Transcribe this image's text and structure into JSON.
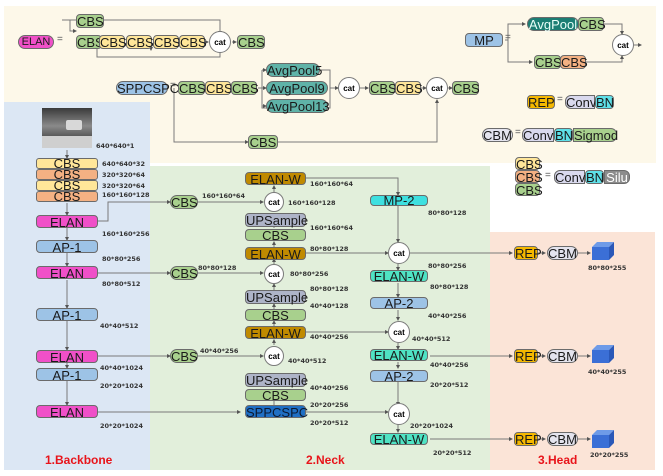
{
  "legend": {
    "elan": {
      "name": "ELAN",
      "branch_top": "CBS",
      "branch_main": [
        "CBS",
        "CBS",
        "CBS",
        "CBS",
        "CBS"
      ],
      "cat": "cat",
      "out": "CBS"
    },
    "mp": {
      "name": "MP",
      "top": [
        "AvgPool",
        "CBS"
      ],
      "bottom": [
        "CBS",
        "CBS"
      ],
      "cat": "cat"
    },
    "sppcspc": {
      "name": "SPPCSPC",
      "pre": [
        "CBS",
        "CBS",
        "CBS"
      ],
      "pools": [
        "AvgPool5",
        "AvgPool9",
        "AvgPool13"
      ],
      "cat1": "cat",
      "mid": [
        "CBS",
        "CBS"
      ],
      "cat2": "cat",
      "out": "CBS",
      "shortcut": "CBS"
    },
    "rep": {
      "name": "REP",
      "parts": [
        "Conv",
        "BN"
      ]
    },
    "cbm": {
      "name": "CBM",
      "parts": [
        "Conv",
        "BN",
        "Sigmod"
      ]
    },
    "cbs": {
      "names": [
        "CBS",
        "CBS",
        "CBS"
      ],
      "parts": [
        "Conv",
        "BN",
        "Silu"
      ]
    },
    "equals": "="
  },
  "backbone": {
    "title": "1.Backbone",
    "input_dim": "640*640*1",
    "stem": [
      {
        "label": "CBS",
        "dim": "640*640*32"
      },
      {
        "label": "CBS",
        "dim": "320*320*64"
      },
      {
        "label": "CBS",
        "dim": "320*320*64"
      },
      {
        "label": "CBS",
        "dim": "160*160*128"
      }
    ],
    "blocks": [
      {
        "label": "ELAN",
        "dim": "160*160*256"
      },
      {
        "label": "AP-1",
        "dim": "80*80*256"
      },
      {
        "label": "ELAN",
        "dim": "80*80*512"
      },
      {
        "label": "AP-1",
        "dim": "40*40*512"
      },
      {
        "label": "ELAN",
        "dim": "40*40*1024"
      },
      {
        "label": "AP-1",
        "dim": "20*20*1024"
      },
      {
        "label": "ELAN",
        "dim": "20*20*1024"
      }
    ]
  },
  "neck": {
    "title": "2.Neck",
    "lateral": [
      {
        "label": "CBS",
        "dim": "160*160*64"
      },
      {
        "label": "CBS",
        "dim": "80*80*128"
      },
      {
        "label": "CBS",
        "dim": "40*40*256"
      }
    ],
    "topdown": {
      "elanw1": {
        "label": "ELAN-W",
        "dim": "160*160*64"
      },
      "cat1": {
        "label": "cat",
        "dim": "160*160*128"
      },
      "ups1": {
        "label": "UPSample",
        "dim": "160*160*64"
      },
      "cbs1": {
        "label": "CBS"
      },
      "elanw2": {
        "label": "ELAN-W",
        "dim": "80*80*128"
      },
      "cat2": {
        "label": "cat",
        "dim": "80*80*256"
      },
      "ups2": {
        "label": "UPSample",
        "dim": "80*80*128"
      },
      "cbs2": {
        "label": "CBS",
        "dim": "40*40*128"
      },
      "elanw3": {
        "label": "ELAN-W",
        "dim": "40*40*256"
      },
      "cat3": {
        "label": "cat",
        "dim": "40*40*512"
      },
      "ups3": {
        "label": "UPSample",
        "dim": "40*40*256"
      },
      "cbs3": {
        "label": "CBS",
        "dim": "20*20*256"
      },
      "spp": {
        "label": "SPPCSPC",
        "dim": "20*20*512"
      }
    },
    "bottomup": {
      "mp2a": {
        "label": "MP-2",
        "dim": "80*80*128"
      },
      "cat4": {
        "label": "cat",
        "dim": "80*80*256"
      },
      "elanw4": {
        "label": "ELAN-W",
        "dim": "80*80*128"
      },
      "ap2a": {
        "label": "AP-2",
        "dim": "40*40*256"
      },
      "cat5": {
        "label": "cat",
        "dim": "40*40*512"
      },
      "elanw5": {
        "label": "ELAN-W",
        "dim": "40*40*256"
      },
      "ap2b": {
        "label": "AP-2",
        "dim": "20*20*512"
      },
      "cat6": {
        "label": "cat",
        "dim": "20*20*1024"
      },
      "elanw6": {
        "label": "ELAN-W",
        "dim": "20*20*512"
      }
    }
  },
  "head": {
    "title": "3.Head",
    "outputs": [
      {
        "rep": "REP",
        "cbm": "CBM",
        "dim": "80*80*255"
      },
      {
        "rep": "REP",
        "cbm": "CBM",
        "dim": "40*40*255"
      },
      {
        "rep": "REP",
        "cbm": "CBM",
        "dim": "20*20*255"
      }
    ]
  }
}
